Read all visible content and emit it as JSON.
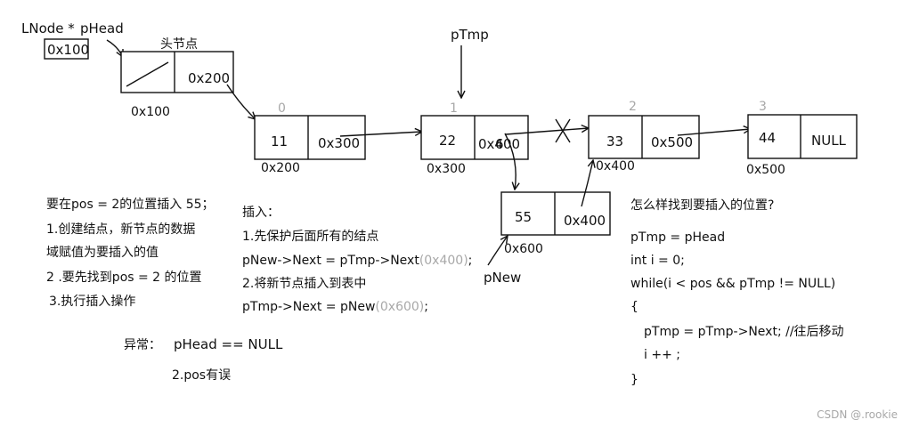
{
  "pointer": {
    "type_label": "LNode *",
    "name": "pHead",
    "value": "0x100"
  },
  "head": {
    "title": "头节点",
    "next": "0x200",
    "addr": "0x100"
  },
  "nodes": [
    {
      "index": "0",
      "data": "11",
      "next": "0x300",
      "addr": "0x200"
    },
    {
      "index": "1",
      "data": "22",
      "next": "0x400",
      "addr": "0x300"
    },
    {
      "index": "2",
      "data": "33",
      "next": "0x500",
      "addr": "0x400"
    },
    {
      "index": "3",
      "data": "44",
      "next": "NULL",
      "addr": "0x500"
    }
  ],
  "new_node": {
    "data": "55",
    "next": "0x400",
    "addr": "0x600",
    "name": "pNew"
  },
  "overlay_digit": "6",
  "tmp_label": "pTmp",
  "notes_left": [
    "要在pos = 2的位置插入  55；",
    "1.创建结点，新节点的数据",
    "域赋值为要插入的值",
    "2 .要先找到pos = 2 的位置",
    "3.执行插入操作"
  ],
  "exceptions": {
    "label": "异常：",
    "item1": "pHead == NULL",
    "item2": "2.pos有误"
  },
  "insert": {
    "title": "插入：",
    "step1": "1.先保护后面所有的结点",
    "line2_main": "pNew->Next = pTmp->Next",
    "line2_hint": "(0x400)",
    "line2_end": ";",
    "step2": "2.将新节点插入到表中",
    "line4_main": "pTmp->Next = pNew",
    "line4_hint": "(0x600)",
    "line4_end": ";"
  },
  "search": {
    "question": "怎么样找到要插入的位置?",
    "code": [
      "pTmp = pHead",
      "int i = 0;",
      "while(i < pos  && pTmp != NULL)",
      "{",
      "pTmp = pTmp->Next; //往后移动",
      "i ++ ;",
      "}"
    ]
  },
  "watermark": "CSDN @.rookie"
}
